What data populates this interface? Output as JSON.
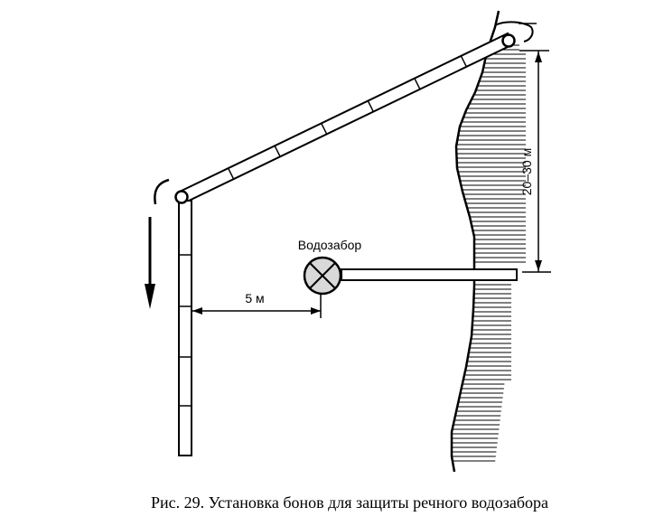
{
  "labels": {
    "intake": "Водозабор",
    "distance": "5 м",
    "depth_range": "20–30 м"
  },
  "caption": "Рис. 29. Установка бонов для защиты речного водозабора",
  "colors": {
    "ink": "#000000",
    "background": "#ffffff",
    "intake_fill": "#d9d9d9"
  },
  "icons": {
    "intake": "circle-cross-icon",
    "flow": "arrow-down-icon",
    "anchor": "rope-loop-icon"
  }
}
